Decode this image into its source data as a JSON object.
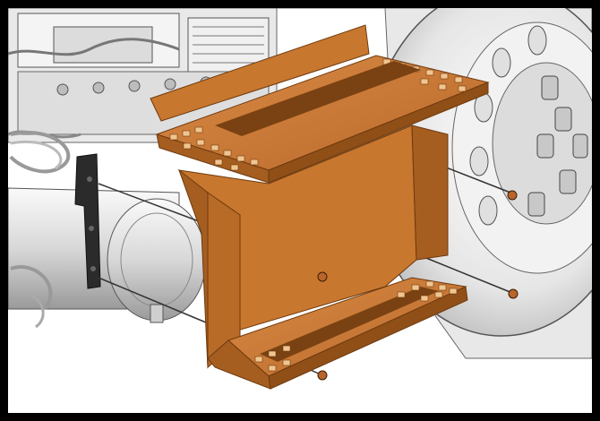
{
  "diagram": {
    "colors": {
      "frame": "#000000",
      "step_main": "#c8772e",
      "step_light": "#dc9350",
      "step_dark": "#8f4f17",
      "step_shadow": "#6e3a0e",
      "metal_light": "#f2f2f2",
      "metal_mid": "#d6d6d6",
      "metal_dark": "#a8a8a8",
      "outline": "#555555",
      "bolt": "#b8642a"
    },
    "components": [
      {
        "name": "engine-block",
        "label": ""
      },
      {
        "name": "air-tank",
        "label": ""
      },
      {
        "name": "mounting-bracket",
        "label": ""
      },
      {
        "name": "wheel-hub",
        "label": ""
      },
      {
        "name": "step-assembly",
        "label": ""
      }
    ],
    "bolts": [
      {
        "name": "bolt-upper-right"
      },
      {
        "name": "bolt-center"
      },
      {
        "name": "bolt-lower-right"
      },
      {
        "name": "bolt-bottom"
      }
    ]
  }
}
